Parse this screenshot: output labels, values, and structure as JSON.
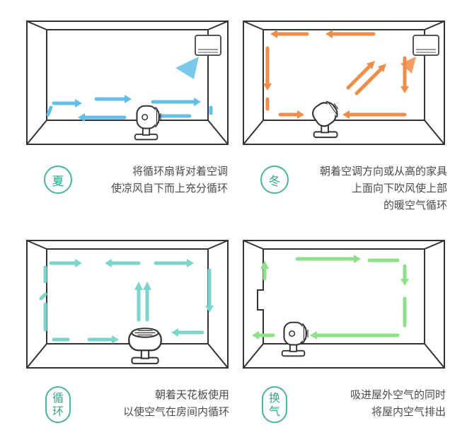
{
  "panels": {
    "summer": {
      "badge": "夏",
      "lines": [
        "将循环扇背对着空调",
        "使凉风自下而上充分循环"
      ],
      "color": "#64bfe6"
    },
    "winter": {
      "badge": "冬",
      "lines": [
        "朝着空调方向或从高的家具",
        "上面向下吹风使上部",
        "的暖空气循环"
      ],
      "color": "#f08c4a"
    },
    "circulate": {
      "badge_top": "循",
      "badge_bottom": "环",
      "lines": [
        "朝着天花板使用",
        "以使空气在房间内循环"
      ],
      "color": "#7ad6cc"
    },
    "ventilate": {
      "badge_top": "换",
      "badge_bottom": "气",
      "lines": [
        "吸进屋外空气的同时",
        "将屋内空气排出"
      ],
      "color": "#8ee08a"
    }
  }
}
